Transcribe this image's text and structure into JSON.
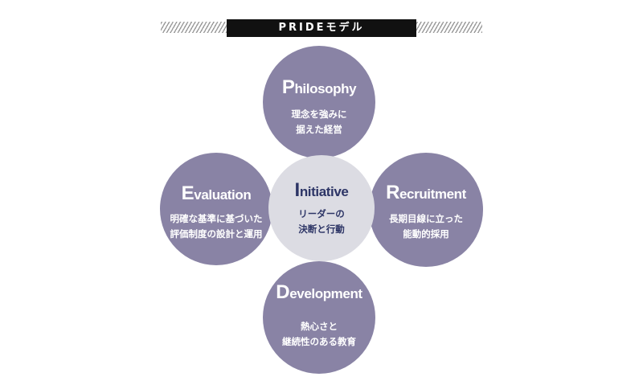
{
  "title": "PRIDEモデル",
  "colors": {
    "outer_circle": "#797299",
    "center_circle": "#dcdce3",
    "center_text": "#2d3566",
    "title_bar": "#111111"
  },
  "elements": {
    "philosophy": {
      "initial": "P",
      "rest": "hilosophy",
      "lines": [
        "理念を強みに",
        "据えた経営"
      ]
    },
    "evaluation": {
      "initial": "E",
      "rest": "valuation",
      "lines": [
        "明確な基準に基づいた",
        "評価制度の設計と運用"
      ]
    },
    "initiative": {
      "initial": "I",
      "rest": "nitiative",
      "lines": [
        "リーダーの",
        "決断と行動"
      ]
    },
    "recruitment": {
      "initial": "R",
      "rest": "ecruitment",
      "lines": [
        "長期目線に立った",
        "能動的採用"
      ]
    },
    "development": {
      "initial": "D",
      "rest": "evelopment",
      "lines": [
        "熱心さと",
        "継続性のある教育"
      ]
    }
  }
}
